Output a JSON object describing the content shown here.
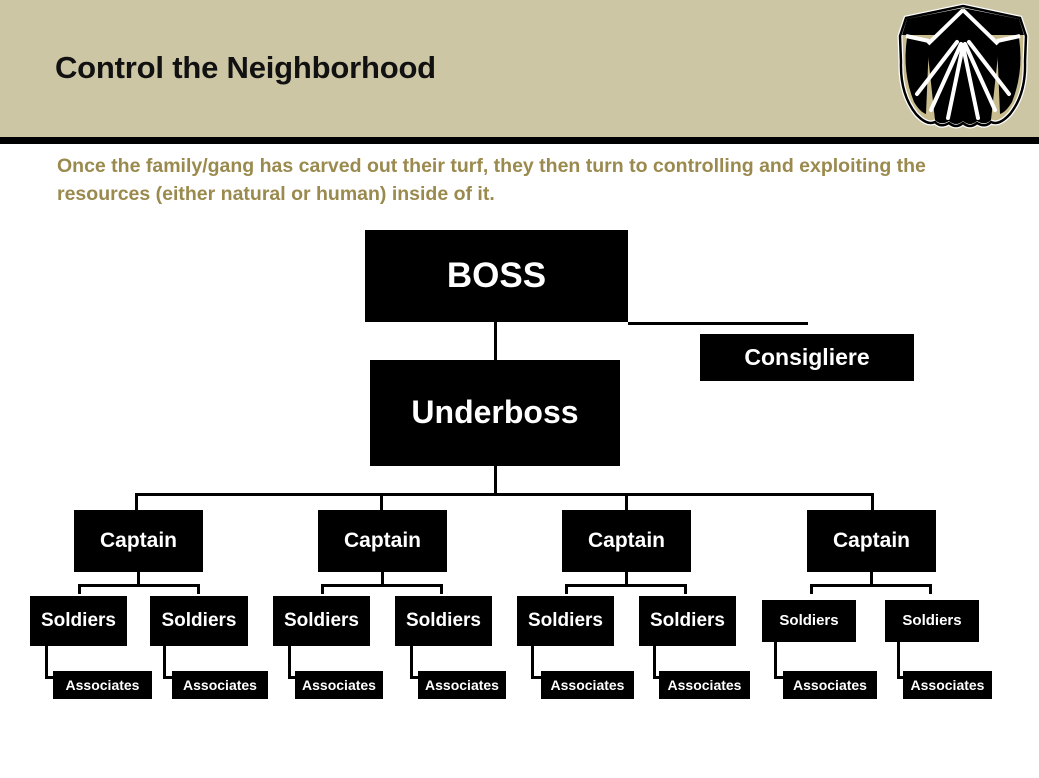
{
  "slide": {
    "title": "Control the Neighborhood",
    "subtitle": "Once the family/gang has carved out their turf, they then turn to controlling and exploiting the resources (either natural or human) inside of it.",
    "logo_name": "scallop-shell-logo",
    "colors": {
      "header_band": "#cdc6a5",
      "header_rule": "#000000",
      "subtitle_text": "#9a8a4e",
      "node_fill": "#000000",
      "node_text": "#ffffff",
      "page_background": "#ffffff",
      "logo_gold": "#c9bd8f",
      "logo_black": "#000000"
    }
  },
  "org_chart": {
    "boss": {
      "label": "BOSS"
    },
    "consigliere": {
      "label": "Consigliere"
    },
    "underboss": {
      "label": "Underboss"
    },
    "captains": [
      {
        "label": "Captain"
      },
      {
        "label": "Captain"
      },
      {
        "label": "Captain"
      },
      {
        "label": "Captain"
      }
    ],
    "soldiers": [
      {
        "label": "Soldiers"
      },
      {
        "label": "Soldiers"
      },
      {
        "label": "Soldiers"
      },
      {
        "label": "Soldiers"
      },
      {
        "label": "Soldiers"
      },
      {
        "label": "Soldiers"
      },
      {
        "label": "Soldiers"
      },
      {
        "label": "Soldiers"
      }
    ],
    "associates": [
      {
        "label": "Associates"
      },
      {
        "label": "Associates"
      },
      {
        "label": "Associates"
      },
      {
        "label": "Associates"
      },
      {
        "label": "Associates"
      },
      {
        "label": "Associates"
      },
      {
        "label": "Associates"
      },
      {
        "label": "Associates"
      }
    ]
  }
}
